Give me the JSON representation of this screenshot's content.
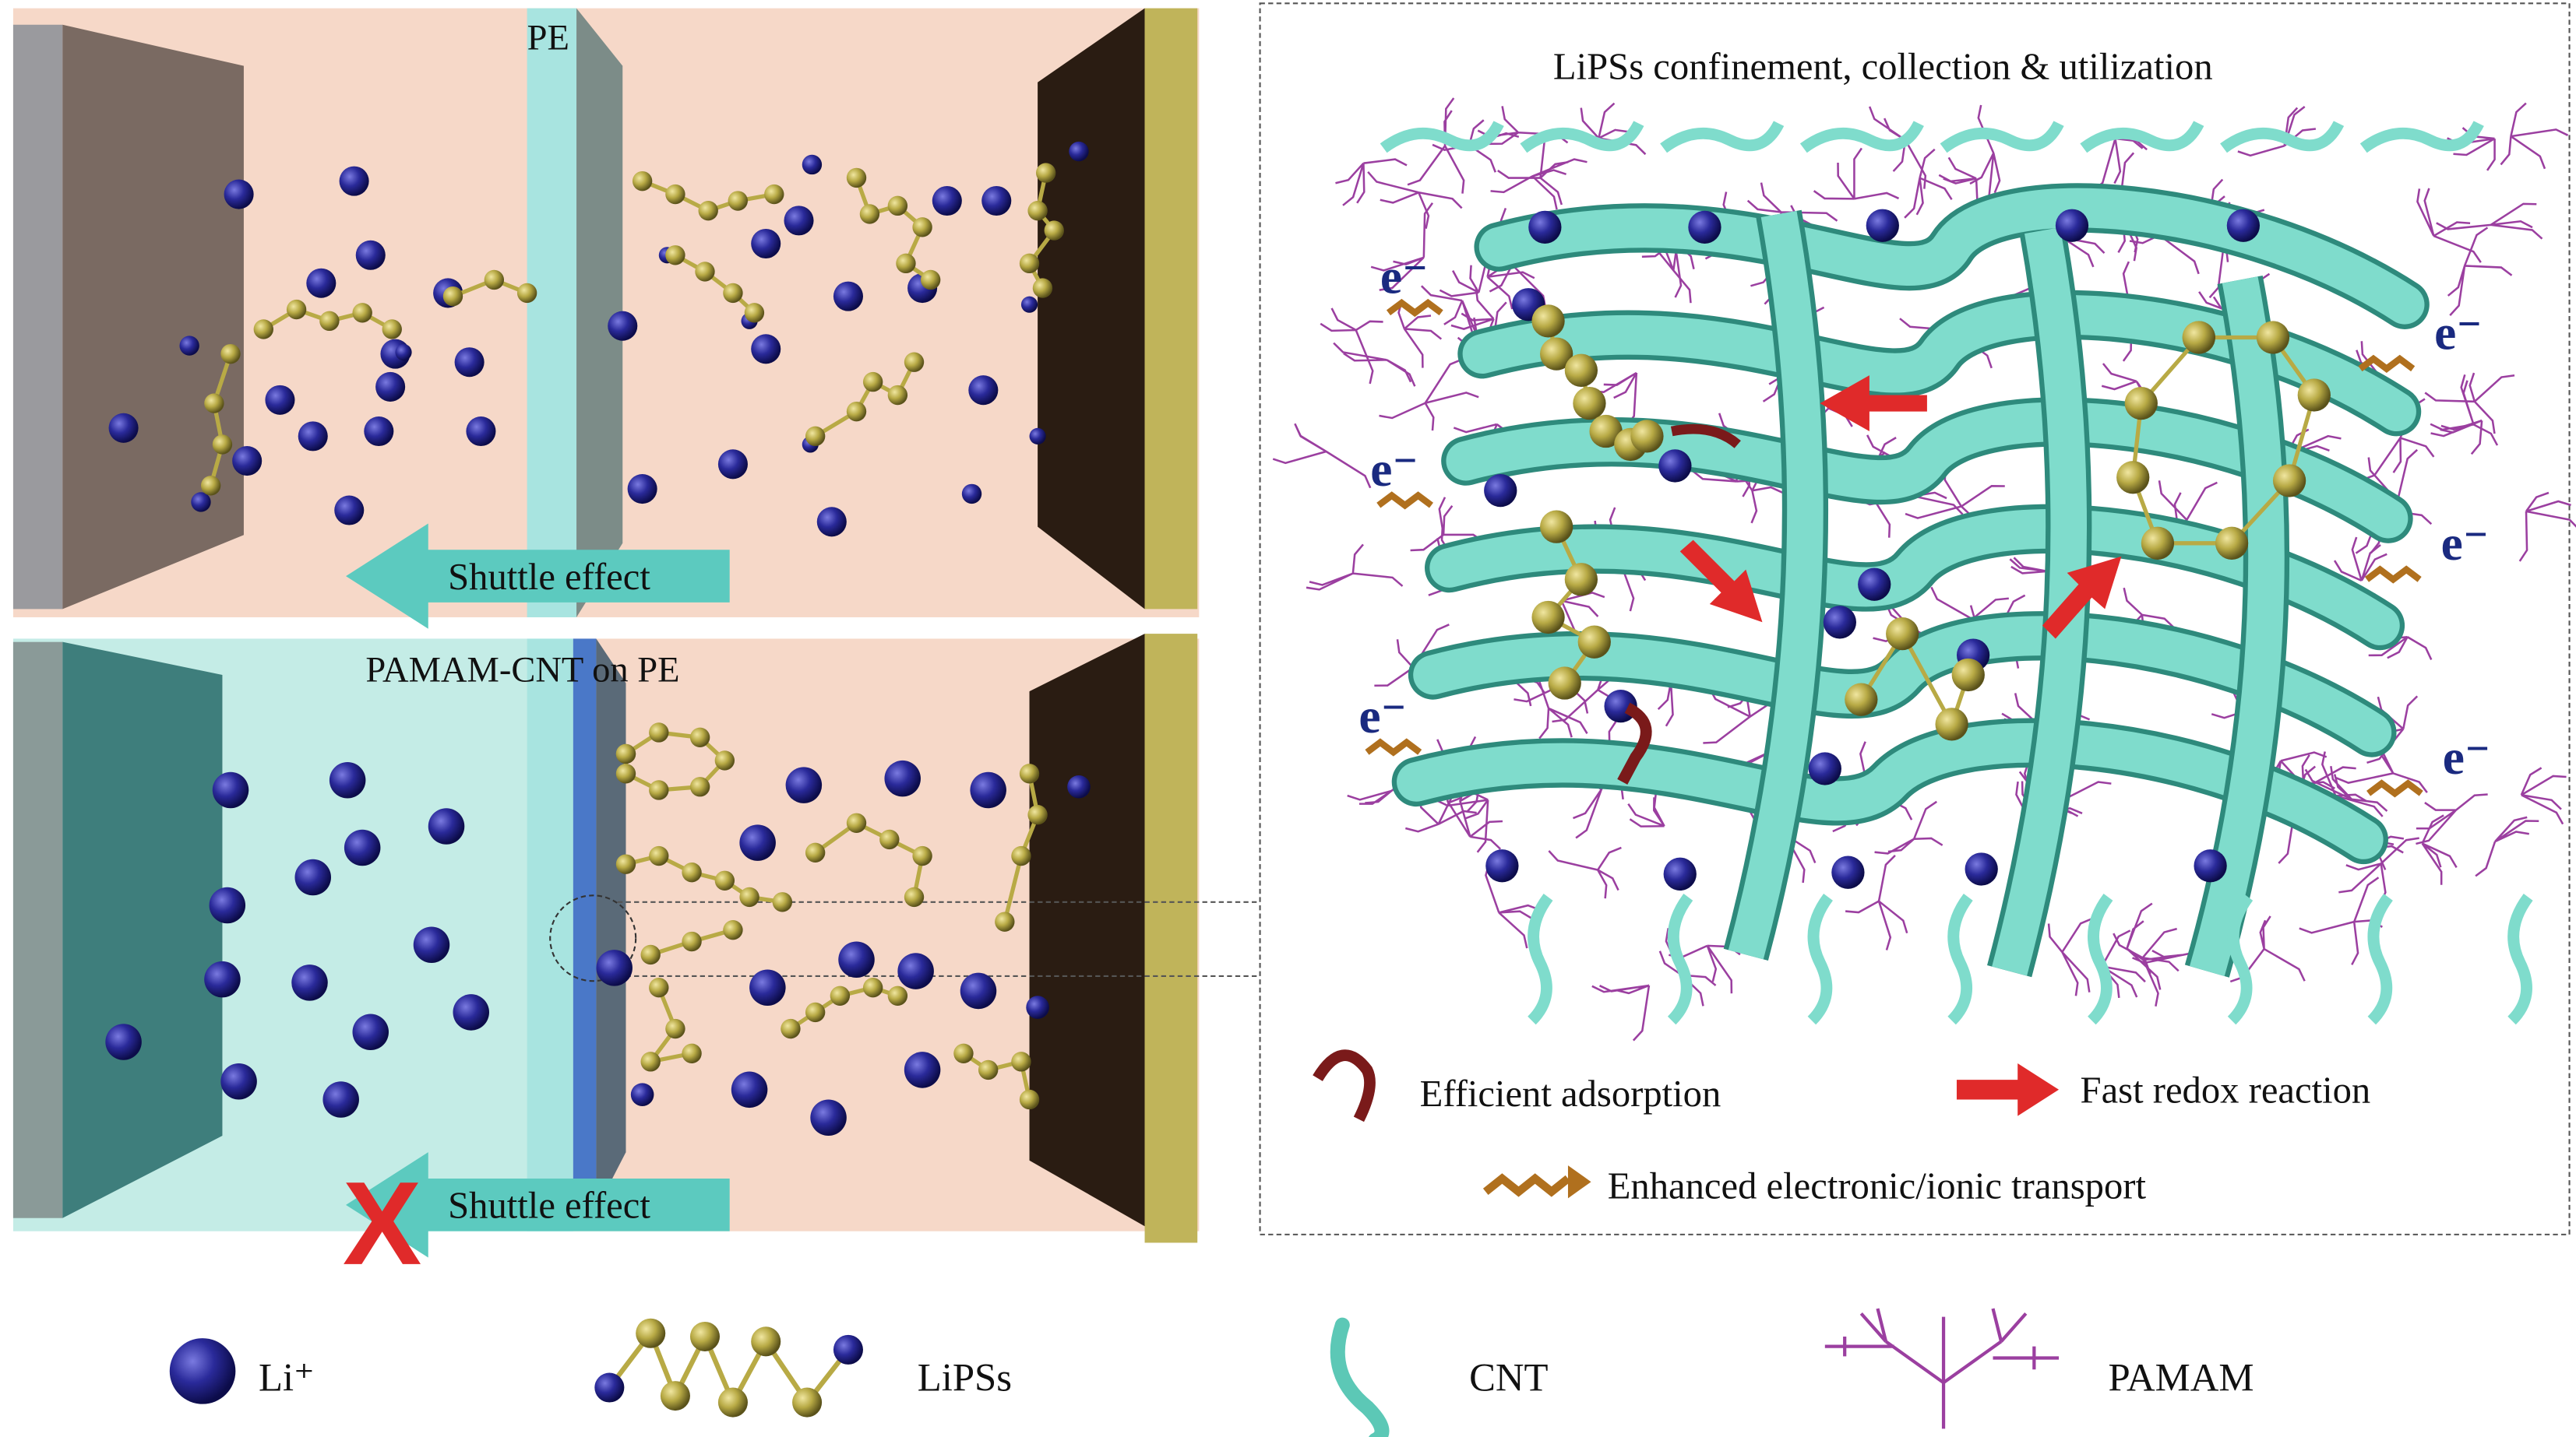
{
  "top_panel": {
    "separator_label": "PE",
    "arrow_label": "Shuttle effect"
  },
  "bottom_panel": {
    "separator_label": "PAMAM-CNT on PE",
    "arrow_label": "Shuttle effect",
    "blocked_mark": "X"
  },
  "right_panel": {
    "title": "LiPSs confinement, collection & utilization",
    "electron_label": "e⁻",
    "legend": {
      "adsorption": "Efficient adsorption",
      "redox": "Fast redox reaction",
      "transport": "Enhanced electronic/ionic transport"
    }
  },
  "legend": {
    "li": "Li⁺",
    "lipss": "LiPSs",
    "cnt": "CNT",
    "pamam": "PAMAM"
  },
  "colors": {
    "li_ball": "#2a2a9a",
    "lipss_ball": "#b8aa45",
    "cnt": "#6fd0c0",
    "pamam": "#9b3fa0",
    "electrolyte": "#f6d8c8",
    "pamam_side": "#bfe8e2",
    "arrow_red": "#e02a2a",
    "arrow_brown": "#b0701e",
    "arrow_dark": "#7a1a1a"
  }
}
